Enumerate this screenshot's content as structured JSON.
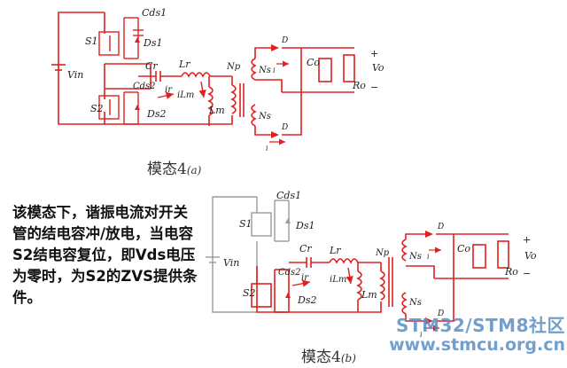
{
  "top": {
    "caption_main": "模态4",
    "caption_sub": "(a)",
    "labels": {
      "cds1": "Cds1",
      "s1": "S1",
      "ds1": "Ds1",
      "vin": "Vin",
      "cr": "Cr",
      "cds2": "Cds2",
      "ir": "ir",
      "lr": "Lr",
      "ilm": "iLm",
      "lm": "Lm",
      "s2": "S2",
      "ds2": "Ds2",
      "np": "Np",
      "ns_top": "Ns",
      "ns_bot": "Ns",
      "d_top": "D",
      "d_bot": "D",
      "i_top": "i",
      "i_bot": "i",
      "co": "Co",
      "ro": "Ro",
      "vo": "Vo",
      "plus": "+",
      "minus": "−"
    }
  },
  "bottom": {
    "caption_main": "模态4",
    "caption_sub": "(b)",
    "labels": {
      "cds1": "Cds1",
      "s1": "S1",
      "ds1": "Ds1",
      "vin": "Vin",
      "cr": "Cr",
      "cds2": "Cds2",
      "ir": "ir",
      "lr": "Lr",
      "ilm": "iLm",
      "lm": "Lm",
      "s2": "S2",
      "ds2": "Ds2",
      "np": "Np",
      "ns_top": "Ns",
      "ns_bot": "Ns",
      "d_top": "D",
      "d_bot": "D",
      "i_top": "i",
      "i_bot": "i",
      "co": "Co",
      "ro": "Ro",
      "vo": "Vo",
      "plus": "+",
      "minus": "−"
    }
  },
  "explanation": "该模态下，谐振电流对开关管的结电容冲/放电，当电容S2结电容复位，即Vds电压为零时，为S2的ZVS提供条件。",
  "watermark": {
    "line1": "STM32/STM8社区",
    "line2": "www.stmcu.org.cn"
  },
  "colors": {
    "active": "#e02020",
    "inactive": "#9a9a9a",
    "watermark": "#5b8fc7"
  }
}
